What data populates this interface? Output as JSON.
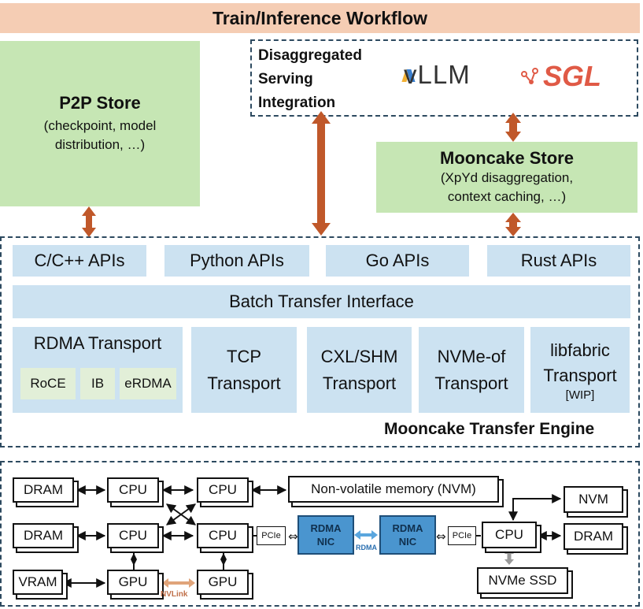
{
  "workflow": {
    "title": "Train/Inference Workflow"
  },
  "p2p_store": {
    "title": "P2P Store",
    "desc_line1": "(checkpoint, model",
    "desc_line2": "distribution, …)"
  },
  "serving": {
    "line1": "Disaggregated",
    "line2": "Serving",
    "line3": "Integration",
    "vllm_logo": "vLLM",
    "sgl_logo": "SGL"
  },
  "mooncake_store": {
    "title": "Mooncake Store",
    "desc_line1": "(XpYd disaggregation,",
    "desc_line2": "context caching, …)"
  },
  "apis": [
    "C/C++ APIs",
    "Python APIs",
    "Go APIs",
    "Rust APIs"
  ],
  "batch_interface": "Batch Transfer Interface",
  "transports": {
    "rdma": {
      "title": "RDMA Transport",
      "chips": [
        "RoCE",
        "IB",
        "eRDMA"
      ]
    },
    "tcp": {
      "line1": "TCP",
      "line2": "Transport"
    },
    "cxl": {
      "line1": "CXL/SHM",
      "line2": "Transport"
    },
    "nvme": {
      "line1": "NVMe-of",
      "line2": "Transport"
    },
    "libfabric": {
      "line1": "libfabric",
      "line2": "Transport",
      "line3": "[WIP]"
    }
  },
  "engine_label": "Mooncake Transfer Engine",
  "hardware": {
    "dram": "DRAM",
    "cpu": "CPU",
    "vram": "VRAM",
    "gpu": "GPU",
    "nvm_long": "Non-volatile memory (NVM)",
    "nvm": "NVM",
    "pcie": "PCIe",
    "rdma_nic_line1": "RDMA",
    "rdma_nic_line2": "NIC",
    "rdma_link": "RDMA",
    "nvlink": "NVLink",
    "nvme_ssd": "NVMe SSD"
  },
  "colors": {
    "arrow": "#c0582a",
    "nvlink": "#e0a47a",
    "rdma_link": "#5aa6de",
    "nic": "#4a95cf"
  }
}
